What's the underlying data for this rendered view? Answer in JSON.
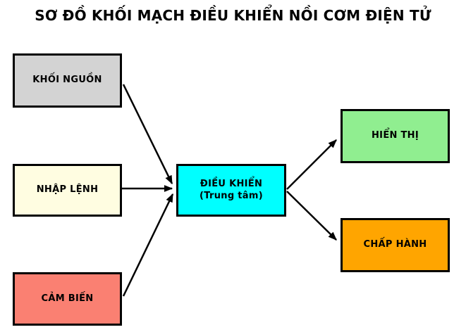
{
  "title": "SƠ ĐỒ KHỐI MẠCH ĐIỀU KHIỂN NỒI CƠM ĐIỆN TỬ",
  "blocks": {
    "khoi_nguon": {
      "label": "KHỐI NGUỒN",
      "fill": "#d3d3d3"
    },
    "nhap_lenh": {
      "label": "NHẬP LỆNH",
      "fill": "#fffde1"
    },
    "cam_bien": {
      "label": "CẢM BIẾN",
      "fill": "#fa8072"
    },
    "dieu_khien": {
      "label": "ĐIỀU KHIỂN",
      "sublabel": "(Trung tâm)",
      "fill": "#00ffff"
    },
    "hien_thi": {
      "label": "HIỂN THỊ",
      "fill": "#90ee90"
    },
    "chap_hanh": {
      "label": "CHẤP HÀNH",
      "fill": "#ffa500"
    }
  },
  "colors": {
    "background": "#ffffff",
    "border": "#000000",
    "arrow": "#000000",
    "title_text": "#000000"
  },
  "arrows": [
    {
      "name": "khoi-nguon-to-dieu-khien",
      "from": "khoi_nguon",
      "to": "dieu_khien"
    },
    {
      "name": "nhap-lenh-to-dieu-khien",
      "from": "nhap_lenh",
      "to": "dieu_khien"
    },
    {
      "name": "cam-bien-to-dieu-khien",
      "from": "cam_bien",
      "to": "dieu_khien"
    },
    {
      "name": "dieu-khien-to-hien-thi",
      "from": "dieu_khien",
      "to": "hien_thi"
    },
    {
      "name": "dieu-khien-to-chap-hanh",
      "from": "dieu_khien",
      "to": "chap_hanh"
    }
  ]
}
